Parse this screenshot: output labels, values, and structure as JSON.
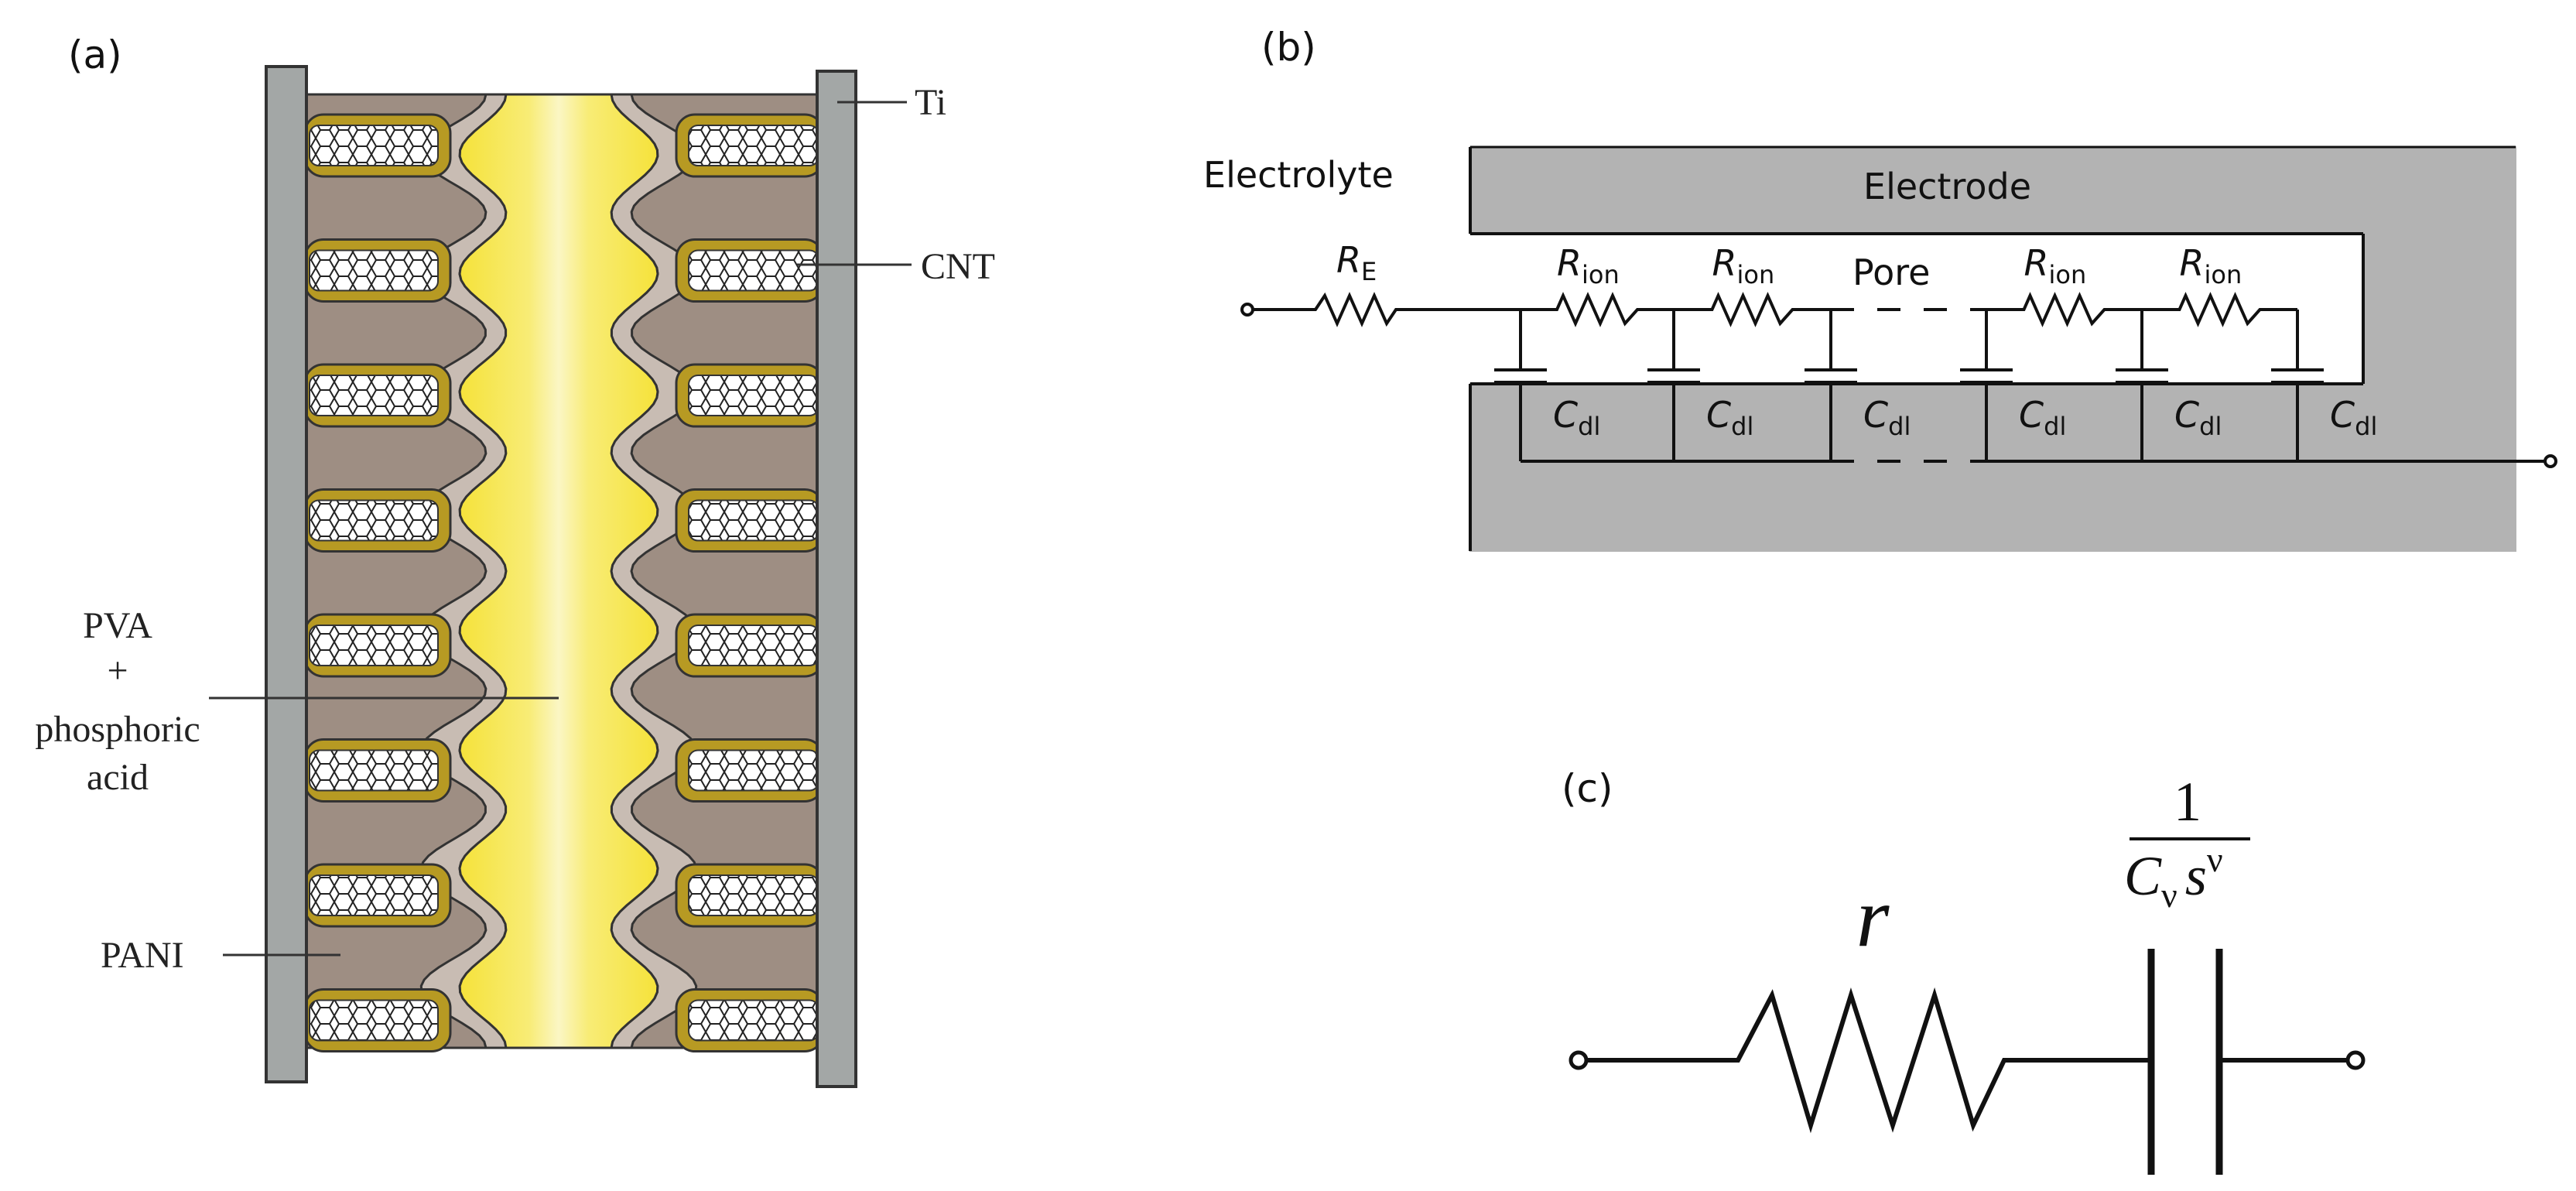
{
  "panel_a": {
    "label": "(a)",
    "callouts": {
      "ti": "Ti",
      "cnt": "CNT",
      "pva_lines": [
        "PVA",
        "+",
        "phosphoric",
        "acid"
      ],
      "pani": "PANI"
    },
    "cnt_rows": 8,
    "colors": {
      "collector": "#a3a7a6",
      "pani": "#9e8e83",
      "cnt_coating": "#b79a23",
      "electrolyte": "#f6e948",
      "interlayer": "#c8bcb3"
    }
  },
  "panel_b": {
    "label": "(b)",
    "electrolyte": "Electrolyte",
    "electrode": "Electrode",
    "pore": "Pore",
    "re": {
      "main": "R",
      "sub": "E"
    },
    "rion": {
      "main": "R",
      "sub": "ion"
    },
    "cdl": {
      "main": "C",
      "sub": "dl"
    },
    "electrode_color": "#b3b3b3"
  },
  "panel_c": {
    "label": "(c)",
    "r": "r",
    "frac_num": "1",
    "frac_den_main": "C",
    "frac_den_sub": "ν",
    "frac_den_s": "s",
    "frac_den_sup": "ν"
  }
}
